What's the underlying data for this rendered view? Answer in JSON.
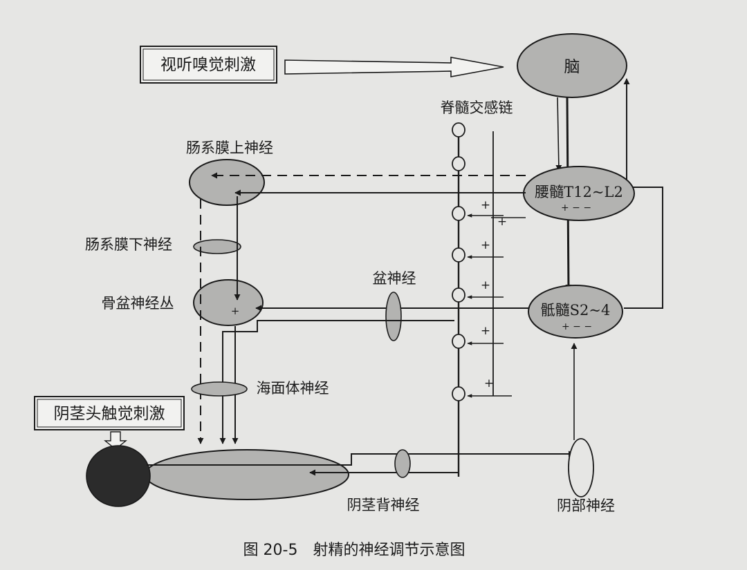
{
  "diagram": {
    "stimulus_sensory": "视听嗅觉刺激",
    "stimulus_glans": "阴茎头触觉刺激",
    "brain": "脑",
    "sympathetic_chain": "脊髓交感链",
    "lumbar_cord": "腰髓T12~L2",
    "lumbar_signs": "+ − −",
    "sacral_cord": "骶髓S2~4",
    "sacral_signs": "+ − −",
    "sup_mesenteric": "肠系膜上神经",
    "inf_mesenteric": "肠系膜下神经",
    "pelvic_plexus": "骨盆神经丛",
    "pelvic_nerve": "盆神经",
    "cavernous_nerve": "海面体神经",
    "dorsal_nerve": "阴茎背神经",
    "pudendal_nerve": "阴部神经",
    "plus": "+"
  },
  "caption": "图 20-5　射精的神经调节示意图",
  "colors": {
    "background": "#e6e6e4",
    "node_fill": "#b3b3b1",
    "glans_fill": "#2b2b2b",
    "line": "#1a1a1a"
  }
}
